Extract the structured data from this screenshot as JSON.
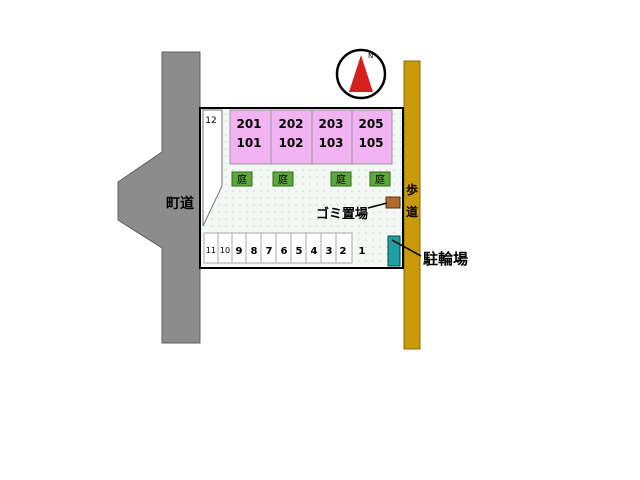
{
  "compass": {
    "letter": "N"
  },
  "roads": {
    "town_road": "町道",
    "sidewalk_char1": "歩",
    "sidewalk_char2": "道"
  },
  "units": [
    {
      "upper": "201",
      "lower": "101",
      "garden": "庭"
    },
    {
      "upper": "202",
      "lower": "102",
      "garden": "庭"
    },
    {
      "upper": "203",
      "lower": "103",
      "garden": "庭"
    },
    {
      "upper": "205",
      "lower": "105",
      "garden": "庭"
    }
  ],
  "parking": {
    "spot_12": "12",
    "spots": [
      "11",
      "10",
      "9",
      "8",
      "7",
      "6",
      "5",
      "4",
      "3",
      "2",
      "1"
    ]
  },
  "facilities": {
    "garbage": "ゴミ置場",
    "bicycle": "駐輪場"
  },
  "colors": {
    "road": "#8c8c8c",
    "sidewalk": "#c99a0a",
    "unit": "#f2b3f2",
    "garden": "#5ea83a",
    "garbage": "#b06a2c",
    "bicycle": "#1f9f9f",
    "compass": "#d61f1f",
    "lot": "#eef3ee"
  }
}
